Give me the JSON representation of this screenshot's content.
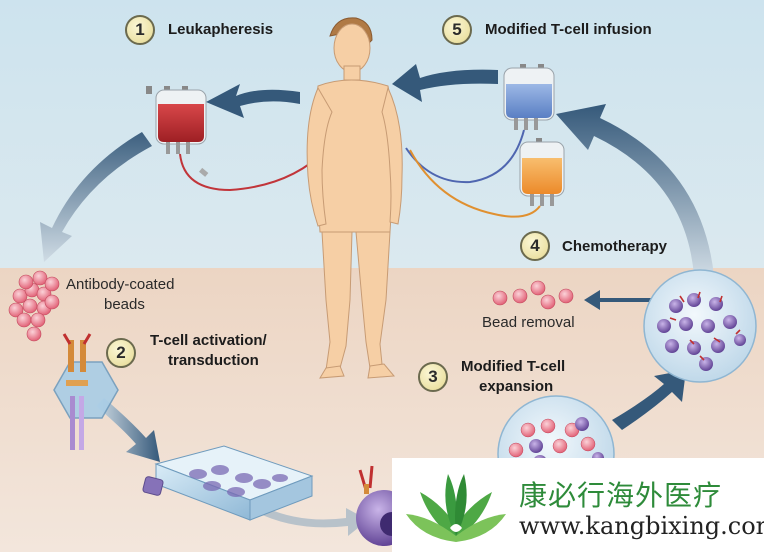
{
  "steps": [
    {
      "number": "1",
      "label": "Leukapheresis"
    },
    {
      "number": "2",
      "label": "T-cell activation/",
      "label2": "transduction"
    },
    {
      "number": "3",
      "label": "Modified T-cell",
      "label2": "expansion"
    },
    {
      "number": "4",
      "label": "Chemotherapy"
    },
    {
      "number": "5",
      "label": "Modified T-cell infusion"
    }
  ],
  "annotations": {
    "beads_line1": "Antibody-coated",
    "beads_line2": "beads",
    "bead_removal": "Bead removal"
  },
  "watermark": {
    "chinese": "康必行海外医疗",
    "url": "www.kangbixing.com"
  },
  "colors": {
    "sky": "#cfe4ee",
    "ground": "#efd9c8",
    "arrow": "#35597a",
    "blood_bag": "#b8262a",
    "tcell_bag": "#6f93d2",
    "chemo_bag": "#f19a3c",
    "bead": "#e56478",
    "cell": "#6b4aa0",
    "skin": "#f6cfa5",
    "logo_green": "#3a9a3f"
  }
}
